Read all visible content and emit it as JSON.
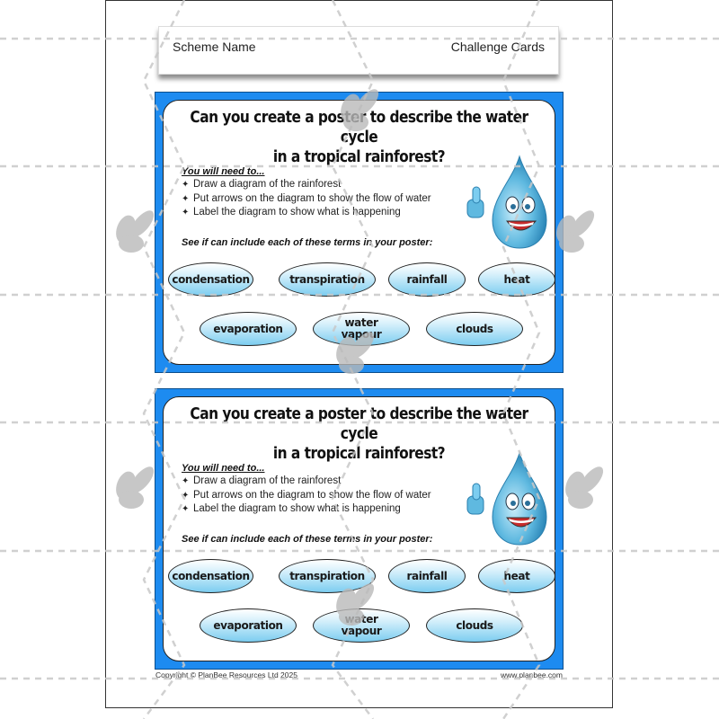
{
  "header": {
    "scheme_name": "Scheme Name",
    "document_type": "Challenge Cards"
  },
  "cards": [
    {
      "title_line1": "Can you create a poster to describe the water cycle",
      "title_line2": "in a tropical rainforest?",
      "need_heading": "You will need to...",
      "need_items": [
        "Draw a diagram of the rainforest",
        "Put arrows on the diagram to show the flow of water",
        "Label the diagram to show what is happening"
      ],
      "bullet_glyph": "✦",
      "terms_heading": "See if can include each of these terms in your poster:",
      "terms": [
        "condensation",
        "transpiration",
        "rainfall",
        "heat",
        "evaporation",
        "water vapour",
        "clouds"
      ],
      "mascot": "water-drop-thumbs-up"
    },
    {
      "title_line1": "Can you create a poster to describe the water cycle",
      "title_line2": "in a tropical rainforest?",
      "need_heading": "You will need to...",
      "need_items": [
        "Draw a diagram of the rainforest",
        "Put arrows on the diagram to show the flow of water",
        "Label the diagram to show what is happening"
      ],
      "bullet_glyph": "✦",
      "terms_heading": "See if can include each of these terms in your poster:",
      "terms": [
        "condensation",
        "transpiration",
        "rainfall",
        "heat",
        "evaporation",
        "water vapour",
        "clouds"
      ],
      "mascot": "water-drop-thumbs-up"
    }
  ],
  "footer": {
    "copyright": "Copyright © PlanBee Resources Ltd 2025",
    "website": "www.planbee.com"
  },
  "colors": {
    "card_border_blue": "#1d8bf0",
    "term_fill_light": "#d6f0fb",
    "term_fill_dark": "#7ccdf0",
    "watermark_gray": "#c4c4c4"
  }
}
